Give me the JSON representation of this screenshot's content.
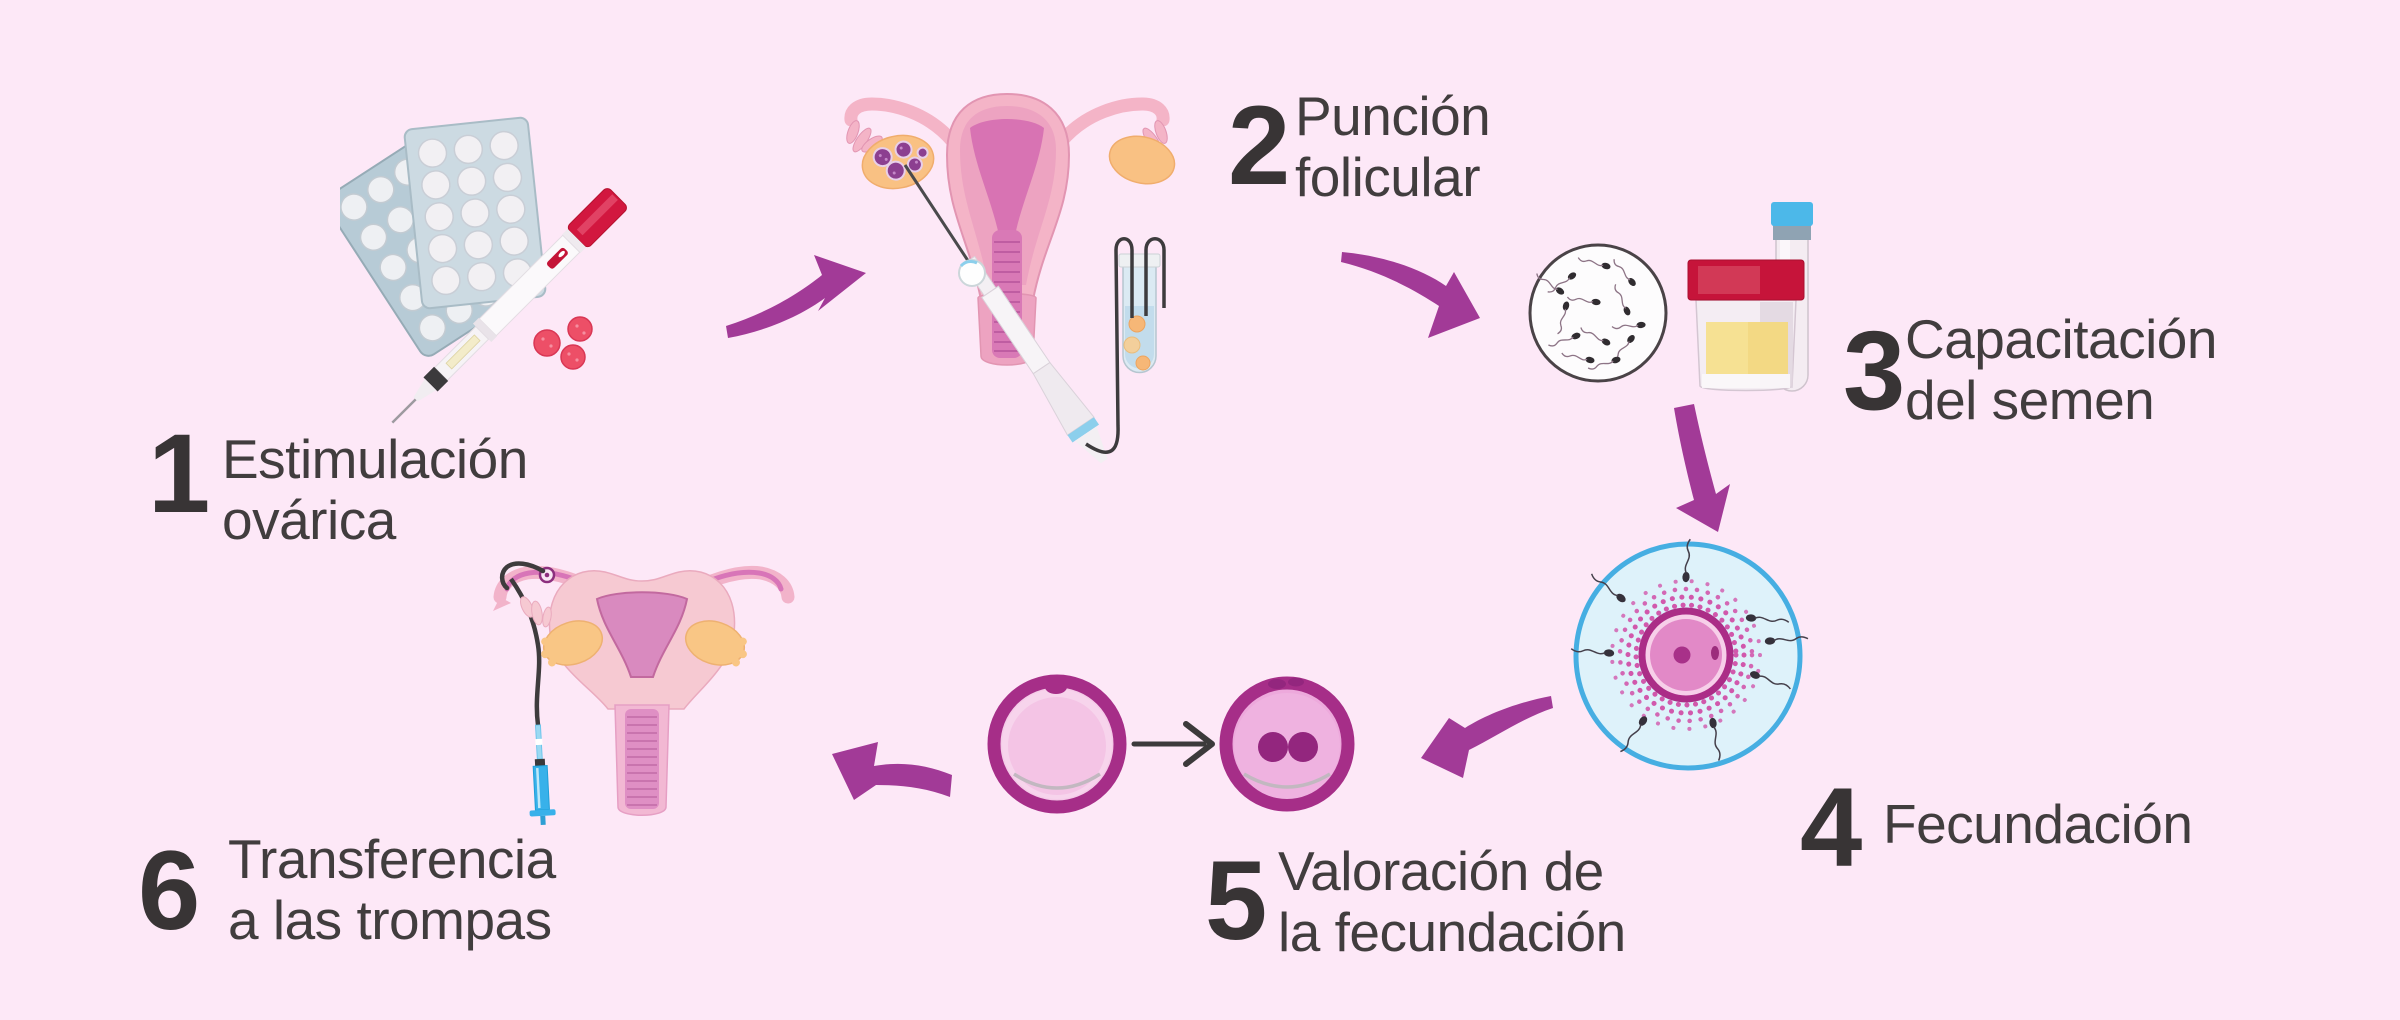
{
  "background": "#fde8f7",
  "colors": {
    "arrow": "#a23a97",
    "step_number": "#383435",
    "step_text": "#413d3e",
    "uterus_pink": "#f4b4c7",
    "cavity_magenta": "#d873b3",
    "ovary_orange": "#f9c183",
    "fertilization_blue": "#def2fa",
    "embryo_ring": "#a62e88"
  },
  "steps": [
    {
      "number": "1",
      "line1": "Estimulación",
      "line2": "ovárica",
      "illustration": "medication-blisters-injection-pen-icon"
    },
    {
      "number": "2",
      "line1": "Punción",
      "line2": "folicular",
      "illustration": "uterus-follicle-puncture-icon"
    },
    {
      "number": "3",
      "line1": "Capacitación",
      "line2": "del semen",
      "illustration": "sperm-sample-capacitation-icon"
    },
    {
      "number": "4",
      "line1": "Fecundación",
      "line2": "",
      "illustration": "egg-fertilization-icon"
    },
    {
      "number": "5",
      "line1": "Valoración de",
      "line2": "la fecundación",
      "illustration": "oocyte-to-zygote-icon"
    },
    {
      "number": "6",
      "line1": "Transferencia",
      "line2": "a las trompas",
      "illustration": "tubal-embryo-transfer-icon"
    }
  ]
}
